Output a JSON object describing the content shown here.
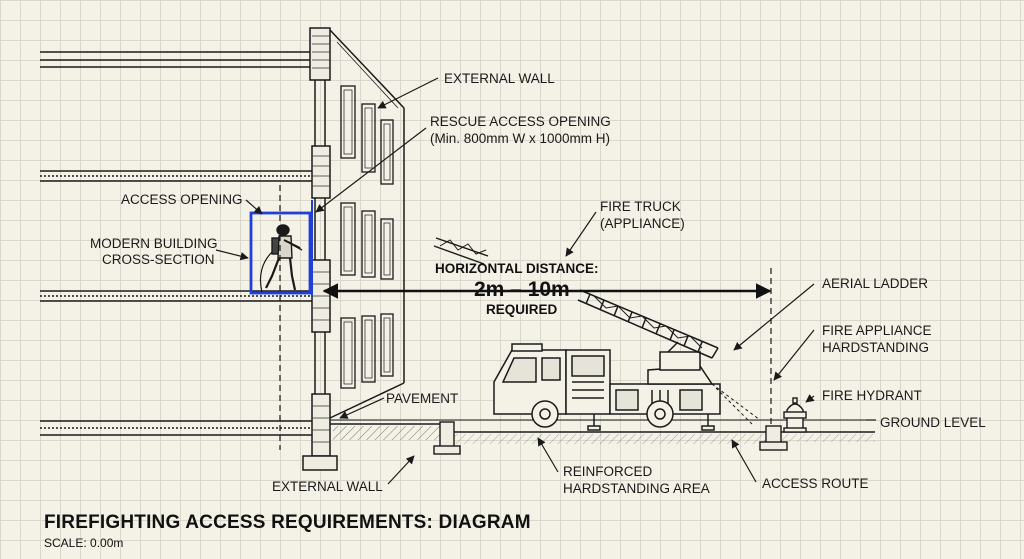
{
  "title": "FIREFIGHTING ACCESS REQUIREMENTS: DIAGRAM",
  "scale": "SCALE: 0.00m",
  "labels": {
    "external_wall_top": "EXTERNAL WALL",
    "rescue_opening_title": "RESCUE ACCESS OPENING",
    "rescue_opening_dims": "(Min. 800mm W x 1000mm H)",
    "access_opening": "ACCESS OPENING",
    "building_cross_section_1": "MODERN BUILDING",
    "building_cross_section_2": "CROSS-SECTION",
    "fire_truck_1": "FIRE TRUCK",
    "fire_truck_2": "(APPLIANCE)",
    "horizontal_distance": "HORIZONTAL DISTANCE:",
    "distance_value": "2m – 10m",
    "required": "REQUIRED",
    "aerial_ladder": "AERIAL LADDER",
    "hardstanding_1": "FIRE APPLIANCE",
    "hardstanding_2": "HARDSTANDING",
    "fire_hydrant": "FIRE HYDRANT",
    "ground_level": "GROUND LEVEL",
    "pavement": "PAVEMENT",
    "external_wall_bottom": "EXTERNAL WALL",
    "reinforced_1": "REINFORCED",
    "reinforced_2": "HARDSTANDING AREA",
    "access_route": "ACCESS ROUTE"
  },
  "colors": {
    "ink": "#1a1a1a",
    "highlight": "#1f3fd6",
    "paper": "#f4f1e6"
  }
}
